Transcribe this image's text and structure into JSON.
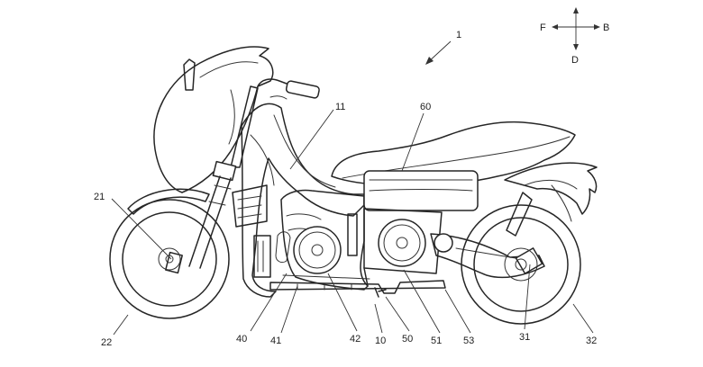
{
  "figure_number": "1",
  "direction_labels": {
    "forward": "F",
    "back": "B",
    "down": "D"
  },
  "reference_numerals": [
    {
      "id": "21",
      "text": "21"
    },
    {
      "id": "22",
      "text": "22"
    },
    {
      "id": "11",
      "text": "11"
    },
    {
      "id": "60",
      "text": "60"
    },
    {
      "id": "40",
      "text": "40"
    },
    {
      "id": "41",
      "text": "41"
    },
    {
      "id": "42",
      "text": "42"
    },
    {
      "id": "10",
      "text": "10"
    },
    {
      "id": "50",
      "text": "50"
    },
    {
      "id": "51",
      "text": "51"
    },
    {
      "id": "53",
      "text": "53"
    },
    {
      "id": "31",
      "text": "31"
    },
    {
      "id": "32",
      "text": "32"
    }
  ]
}
